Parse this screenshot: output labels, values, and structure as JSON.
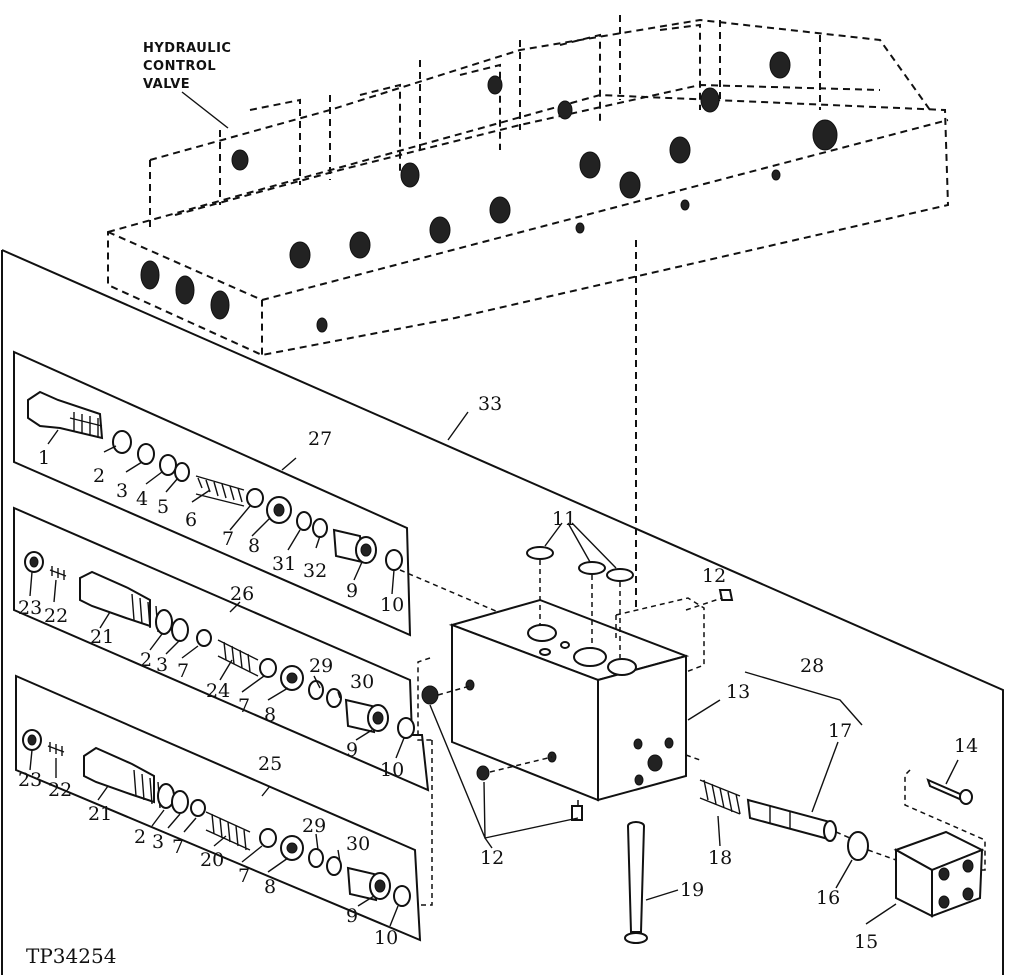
{
  "caption": {
    "line1": "HYDRAULIC",
    "line2": "CONTROL",
    "line3": "VALVE"
  },
  "figure_code": "TP34254",
  "callouts": {
    "c1": "1",
    "c2": "2",
    "c3": "3",
    "c4": "4",
    "c5": "5",
    "c6": "6",
    "c7": "7",
    "c8": "8",
    "c31": "31",
    "c32": "32",
    "c9": "9",
    "c10": "10",
    "c27": "27",
    "c33": "33",
    "c11": "11",
    "c12a": "12",
    "c23a": "23",
    "c22a": "22",
    "c21a": "21",
    "c26": "26",
    "c2b": "2",
    "c3b": "3",
    "c7b": "7",
    "c24": "24",
    "c7c": "7",
    "c8b": "8",
    "c29a": "29",
    "c30a": "30",
    "c9b": "9",
    "c10b": "10",
    "c13": "13",
    "c28": "28",
    "c17": "17",
    "c14": "14",
    "c23b": "23",
    "c22b": "22",
    "c21b": "21",
    "c25": "25",
    "c2c": "2",
    "c3c": "3",
    "c7d": "7",
    "c20": "20",
    "c7e": "7",
    "c8c": "8",
    "c29b": "29",
    "c30b": "30",
    "c9c": "9",
    "c10c": "10",
    "c12b": "12",
    "c18": "18",
    "c19": "19",
    "c16": "16",
    "c15": "15"
  }
}
